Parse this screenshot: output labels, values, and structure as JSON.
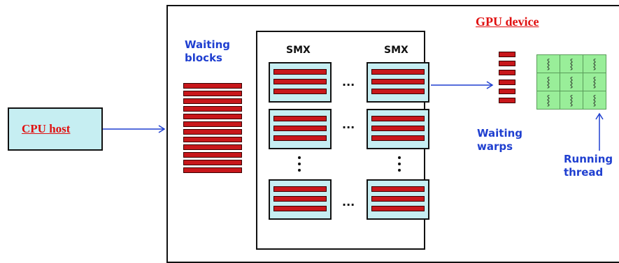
{
  "cpu_host": {
    "label": "CPU host"
  },
  "gpu_device": {
    "label": "GPU device"
  },
  "waiting_blocks": {
    "line1": "Waiting",
    "line2": "blocks"
  },
  "smx": {
    "left_label": "SMX",
    "right_label": "SMX",
    "ellipsis": "..."
  },
  "waiting_warps": {
    "line1": "Waiting",
    "line2": "warps"
  },
  "running_thread": {
    "line1": "Running",
    "line2": "thread"
  },
  "thread_glyph": "⸾",
  "colors": {
    "block_bar": "#c8171b",
    "smx_fill": "#c6eef2",
    "thread_cell": "#99ee99",
    "arrow": "#1f3fd0",
    "label_blue": "#1f3fd0",
    "label_red": "#e01010"
  }
}
